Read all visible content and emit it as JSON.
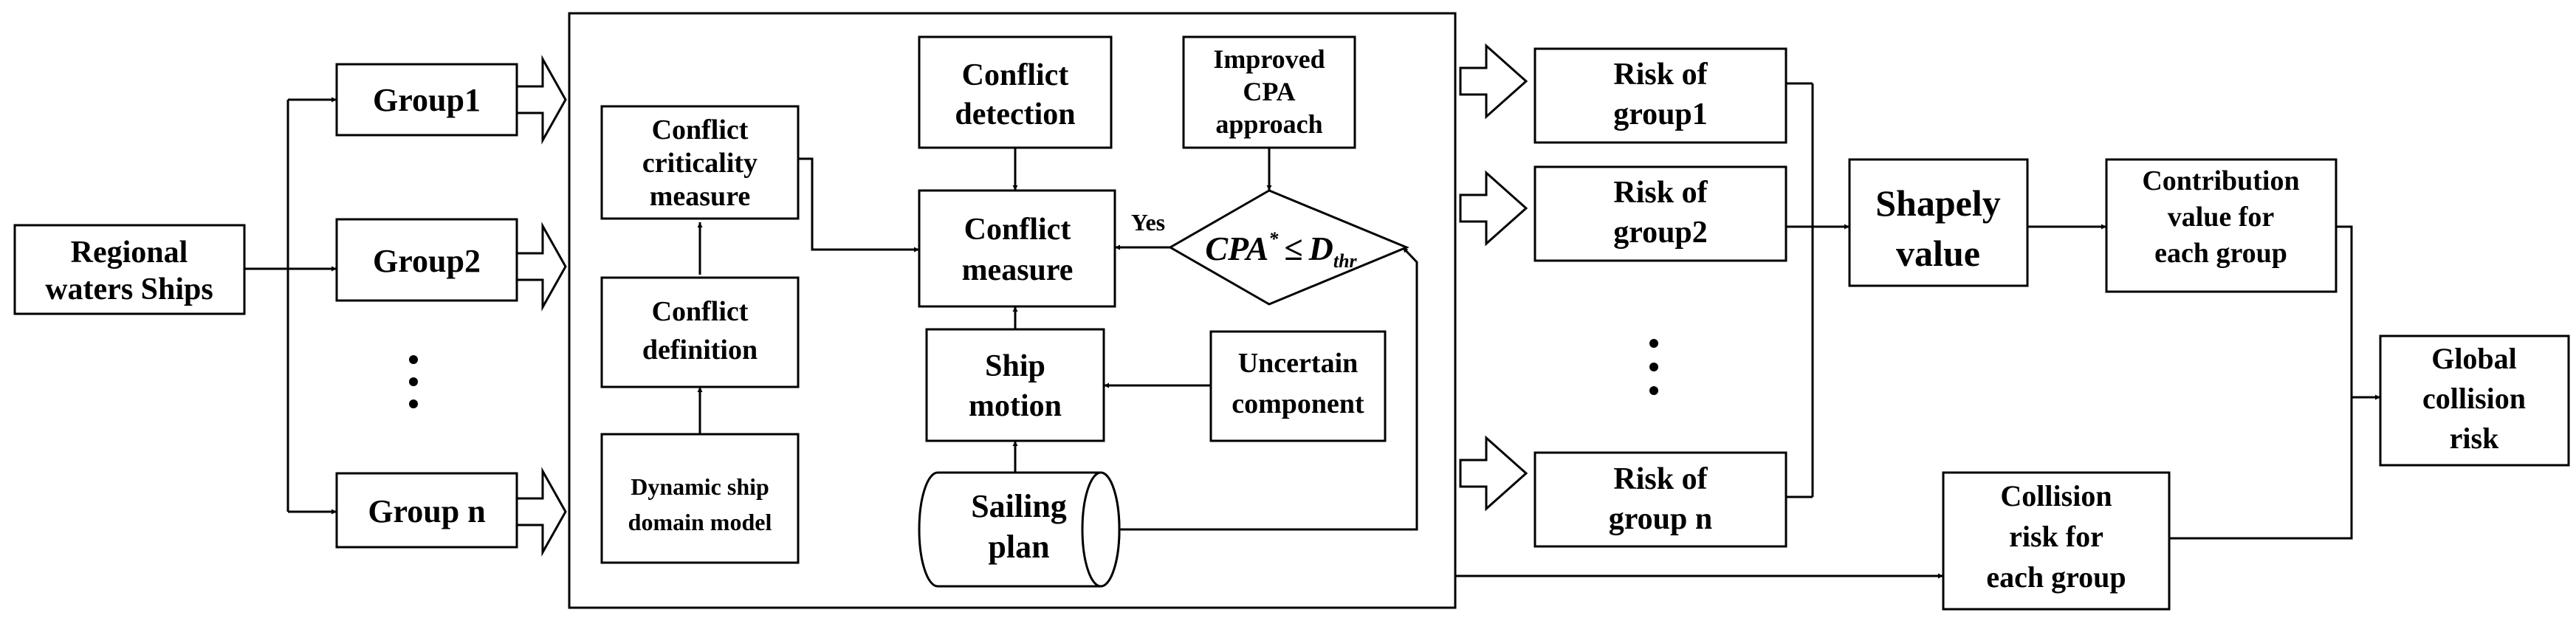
{
  "nodes": {
    "regional": [
      "Regional",
      "waters Ships"
    ],
    "group1": [
      "Group1"
    ],
    "group2": [
      "Group2"
    ],
    "groupn": [
      "Group n"
    ],
    "conflict_criticality": [
      "Conflict",
      "criticality",
      "measure"
    ],
    "conflict_definition": [
      "Conflict",
      "definition"
    ],
    "dynamic_domain": [
      "Dynamic ship",
      "domain model"
    ],
    "conflict_detection": [
      "Conflict",
      "detection"
    ],
    "improved_cpa": [
      "Improved",
      "CPA",
      "approach"
    ],
    "conflict_measure": [
      "Conflict",
      "measure"
    ],
    "ship_motion": [
      "Ship",
      "motion"
    ],
    "uncertain": [
      "Uncertain",
      "component"
    ],
    "sailing_plan": [
      "Sailing",
      "plan"
    ],
    "risk_group1": [
      "Risk of",
      "group1"
    ],
    "risk_group2": [
      "Risk of",
      "group2"
    ],
    "risk_groupn": [
      "Risk of",
      "group n"
    ],
    "shapely": [
      "Shapely",
      "value"
    ],
    "contribution": [
      "Contribution",
      "value for",
      "each group"
    ],
    "collision_risk": [
      "Collision",
      "risk for",
      "each group"
    ],
    "global": [
      "Global",
      "collision",
      "risk"
    ]
  },
  "decision": {
    "cpa": "CPA",
    "sup": "*",
    "le": "≤",
    "d": "D",
    "sub": "thr"
  },
  "edge_labels": {
    "yes": "Yes"
  }
}
